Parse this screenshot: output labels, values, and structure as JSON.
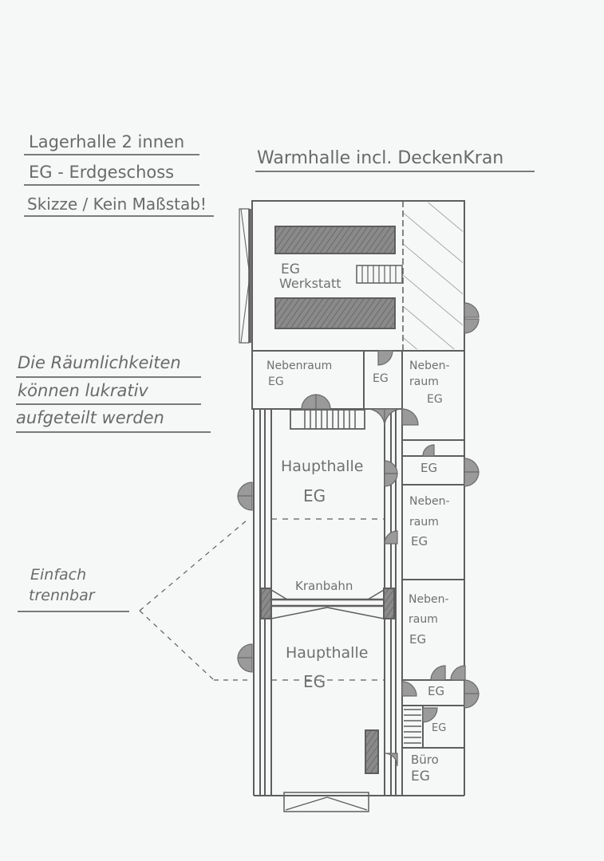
{
  "notes": {
    "title_lines": [
      "Lagerhalle 2 innen",
      "EG - Erdgeschoss",
      "Skizze / Kein Maßstab!"
    ],
    "plan_title": "Warmhalle incl. DeckenKran",
    "remark_lines": [
      "Die Räumlichkeiten",
      "können lukrativ",
      "aufgeteilt werden"
    ],
    "divider_note_lines": [
      "Einfach",
      "trennbar"
    ]
  },
  "rooms": {
    "werkstatt": [
      "EG",
      "Werkstatt"
    ],
    "nebenraum_top_left": [
      "Nebenraum",
      "EG"
    ],
    "eg_small_top": "EG",
    "nebenraum_top_right": [
      "Neben-",
      "raum",
      "EG"
    ],
    "haupthalle_1": [
      "Haupthalle",
      "EG"
    ],
    "eg_side_1": "EG",
    "nebenraum_right_2": [
      "Neben-",
      "raum",
      "EG"
    ],
    "kranbahn": "Kranbahn",
    "nebenraum_right_3": [
      "Neben-",
      "raum",
      "EG"
    ],
    "haupthalle_2": [
      "Haupthalle",
      "EG"
    ],
    "eg_side_2": "EG",
    "eg_side_3": "EG",
    "buero": [
      "Büro",
      "EG"
    ]
  },
  "colors": {
    "paper": "#f6f7f7",
    "pencil": "#6a6a6a",
    "shade": "#8c8c8c"
  }
}
